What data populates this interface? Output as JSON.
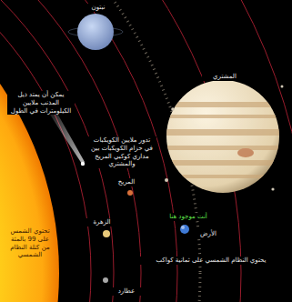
{
  "diagram": {
    "labels": [
      "نبتون",
      "المشتري",
      "يمكن أن يمتد ذيل المذنب ملايين الكيلومترات في الطول",
      "تدور ملايين الكويكبات في حزام الكويكبات بين مداري كوكبي المريخ والمشتري",
      "المريخ",
      "أنت موجود هنا",
      "الأرض",
      "يحتوي النظام الشمسي على ثمانية كواكب",
      "الزهرة",
      "تحتوي الشمس على 99 بالمئة من كتلة النظام الشمسي",
      "عطارد"
    ]
  }
}
